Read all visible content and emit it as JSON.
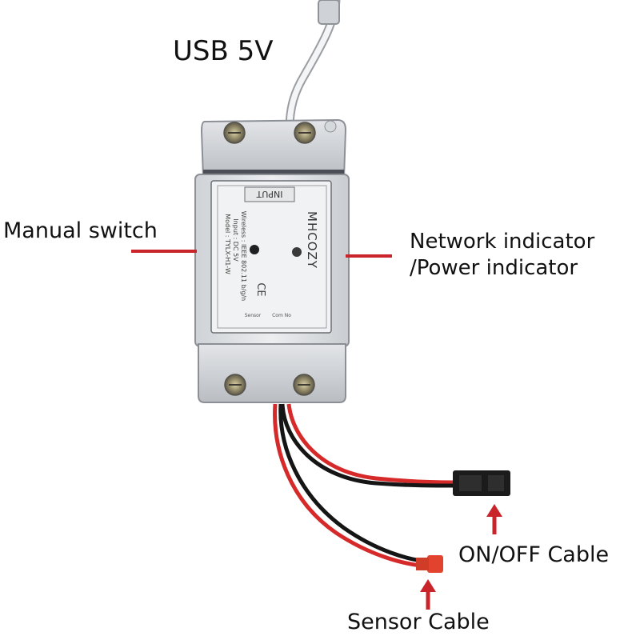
{
  "labels": {
    "usb": "USB 5V",
    "manual_switch": "Manual switch",
    "network_indicator": "Network indicator",
    "power_indicator": "/Power indicator",
    "on_off_cable": "ON/OFF Cable",
    "sensor_cable": "Sensor Cable"
  },
  "device": {
    "brand": "MHCOZY",
    "input_tag": "INPUT",
    "model_line": "Model : TYLX-H1-W",
    "input_line": "Input : DC 5V",
    "wireless_line": "Wireless : IEEE 802.11 b/g/n",
    "ce_mark": "CE",
    "sensor_terminal": "Sensor",
    "common_terminal": "Com  No"
  },
  "colors": {
    "callout_line": "#c8242a",
    "arrow": "#c8242a",
    "red_wire": "#d62a2a",
    "black_wire": "#151515",
    "housing": "#e7e9ec",
    "label_panel": "#f1f2f3"
  }
}
